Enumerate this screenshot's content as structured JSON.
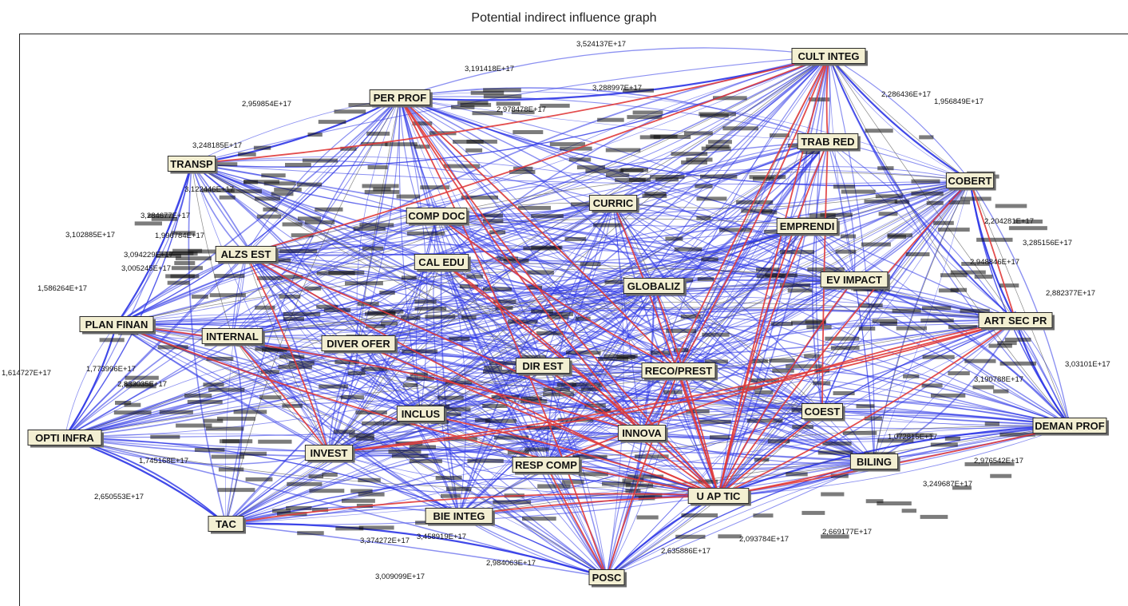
{
  "title": "Potential indirect influence graph",
  "colors": {
    "edge_weak": "#2c35e6",
    "edge_strong": "#e03a3a",
    "edge_gray": "#555555",
    "node_fill": "#f3efd2"
  },
  "nodes": [
    {
      "id": "CULT INTEG",
      "label": "CULT INTEG"
    },
    {
      "id": "PER PROF",
      "label": "PER PROF"
    },
    {
      "id": "TRANSP",
      "label": "TRANSP"
    },
    {
      "id": "TRAB RED",
      "label": "TRAB RED"
    },
    {
      "id": "COBERT",
      "label": "COBERT"
    },
    {
      "id": "COMP DOC",
      "label": "COMP DOC"
    },
    {
      "id": "CURRIC",
      "label": "CURRIC"
    },
    {
      "id": "EMPRENDI",
      "label": "EMPRENDI"
    },
    {
      "id": "ALZS EST",
      "label": "ALZS EST"
    },
    {
      "id": "CAL EDU",
      "label": "CAL EDU"
    },
    {
      "id": "GLOBALIZ",
      "label": "GLOBALIZ"
    },
    {
      "id": "EV IMPACT",
      "label": "EV IMPACT"
    },
    {
      "id": "PLAN FINAN",
      "label": "PLAN FINAN"
    },
    {
      "id": "ART SEC PR",
      "label": "ART SEC PR"
    },
    {
      "id": "INTERNAL",
      "label": "INTERNAL"
    },
    {
      "id": "DIVER OFER",
      "label": "DIVER OFER"
    },
    {
      "id": "DIR EST",
      "label": "DIR EST"
    },
    {
      "id": "RECO/PREST",
      "label": "RECO/PREST"
    },
    {
      "id": "INCLUS",
      "label": "INCLUS"
    },
    {
      "id": "COEST",
      "label": "COEST"
    },
    {
      "id": "OPTI INFRA",
      "label": "OPTI INFRA"
    },
    {
      "id": "INNOVA",
      "label": "INNOVA"
    },
    {
      "id": "DEMAN PROF",
      "label": "DEMAN PROF"
    },
    {
      "id": "INVEST",
      "label": "INVEST"
    },
    {
      "id": "RESP COMP",
      "label": "RESP COMP"
    },
    {
      "id": "BILING",
      "label": "BILING"
    },
    {
      "id": "U AP TIC",
      "label": "U AP TIC"
    },
    {
      "id": "TAC",
      "label": "TAC"
    },
    {
      "id": "BIE INTEG",
      "label": "BIE INTEG"
    },
    {
      "id": "POSC",
      "label": "POSC"
    }
  ],
  "edge_labels": [
    "3,524137E+17",
    "3,191418E+17",
    "2,959854E+17",
    "3,288997E+17",
    "2,978478E+17",
    "2,286436E+17",
    "1,956849E+17",
    "3,248185E+17",
    "3,122446E+17",
    "3,284677E+17",
    "3,102885E+17",
    "1,996784E+17",
    "3,094229E+17",
    "3,005245E+17",
    "1,586264E+17",
    "1,614727E+17",
    "1,773996E+17",
    "2,833035E+17",
    "2,650553E+17",
    "1,745168E+17",
    "3,009099E+17",
    "2,984063E+17",
    "3,458919E+17",
    "3,374272E+17",
    "2,635886E+17",
    "2,093784E+17",
    "2,669177E+17",
    "3,249687E+17",
    "2,976542E+17",
    "3,03101E+17",
    "2,882377E+17",
    "3,285156E+17",
    "2,204281E+17",
    "2,948846E+17",
    "1,072815E+17",
    "3,190788E+17"
  ]
}
